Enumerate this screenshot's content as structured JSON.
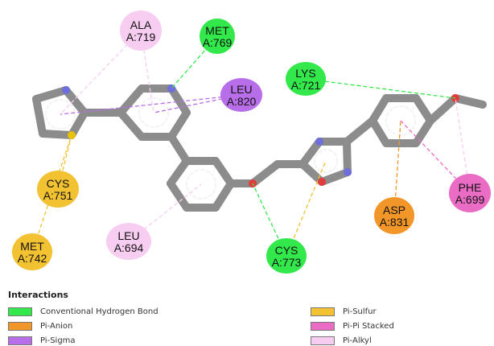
{
  "colors": {
    "conventional_hydrogen_bond": "#33e84a",
    "pi_anion": "#f2962a",
    "pi_sigma": "#b86ee8",
    "pi_sulfur": "#f2c233",
    "pi_pi_stacked": "#ea6cc4",
    "pi_alkyl": "#f7cdf1",
    "ligand_bond": "#8c8c8c",
    "nitrogen": "#6e6edc",
    "sulfur": "#e6c200",
    "oxygen": "#e03c3c"
  },
  "residues": [
    {
      "id": "ala719",
      "name": "ALA",
      "number": "A:719",
      "type": "pi_alkyl"
    },
    {
      "id": "met769",
      "name": "MET",
      "number": "A:769",
      "type": "conventional_hydrogen_bond"
    },
    {
      "id": "leu820",
      "name": "LEU",
      "number": "A:820",
      "type": "pi_sigma"
    },
    {
      "id": "lys721",
      "name": "LYS",
      "number": "A:721",
      "type": "conventional_hydrogen_bond"
    },
    {
      "id": "cys751",
      "name": "CYS",
      "number": "A:751",
      "type": "pi_sulfur"
    },
    {
      "id": "met742",
      "name": "MET",
      "number": "A:742",
      "type": "pi_sulfur"
    },
    {
      "id": "leu694",
      "name": "LEU",
      "number": "A:694",
      "type": "pi_alkyl"
    },
    {
      "id": "cys773",
      "name": "CYS",
      "number": "A:773",
      "type": "conventional_hydrogen_bond"
    },
    {
      "id": "asp831",
      "name": "ASP",
      "number": "A:831",
      "type": "pi_anion"
    },
    {
      "id": "phe699",
      "name": "PHE",
      "number": "A:699",
      "type": "pi_pi_stacked"
    }
  ],
  "legend": {
    "title": "Interactions",
    "items": [
      {
        "label": "Conventional Hydrogen Bond",
        "type": "conventional_hydrogen_bond"
      },
      {
        "label": "Pi-Anion",
        "type": "pi_anion"
      },
      {
        "label": "Pi-Sigma",
        "type": "pi_sigma"
      },
      {
        "label": "Pi-Sulfur",
        "type": "pi_sulfur"
      },
      {
        "label": "Pi-Pi Stacked",
        "type": "pi_pi_stacked"
      },
      {
        "label": "Pi-Alkyl",
        "type": "pi_alkyl"
      }
    ]
  }
}
